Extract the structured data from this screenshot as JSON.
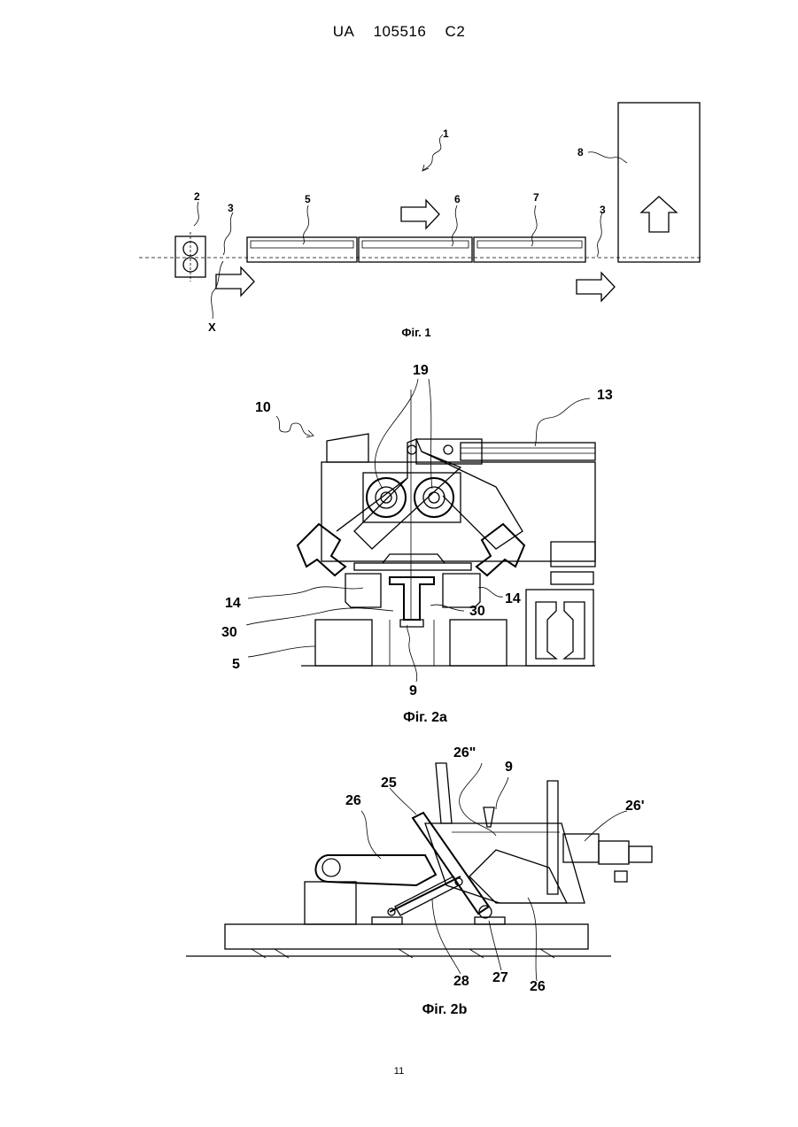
{
  "header": {
    "country": "UA",
    "number": "105516",
    "kind": "C2"
  },
  "figures": [
    {
      "caption": "Фіг. 1",
      "labels": {
        "system": "1",
        "rollers": "2",
        "rail_in": "3",
        "section_a": "5",
        "section_b": "6",
        "section_c": "7",
        "storage": "8",
        "rail_out": "3",
        "axis": "X"
      }
    },
    {
      "caption": "Фіг. 2a",
      "labels": {
        "device": "10",
        "rollers": "19",
        "cylinder": "13",
        "gripper_left": "14",
        "gripper_right": "14",
        "stop_right": "30",
        "stop_left": "30",
        "conveyor": "5",
        "rail": "9"
      }
    },
    {
      "caption": "Фіг. 2b",
      "labels": {
        "double_prime": "26\"",
        "rail": "9",
        "lever": "25",
        "arm": "26",
        "prime": "26'",
        "cylinder": "28",
        "pivot": "27",
        "arm_lower": "26"
      }
    }
  ],
  "footer": {
    "page_number": "11"
  }
}
